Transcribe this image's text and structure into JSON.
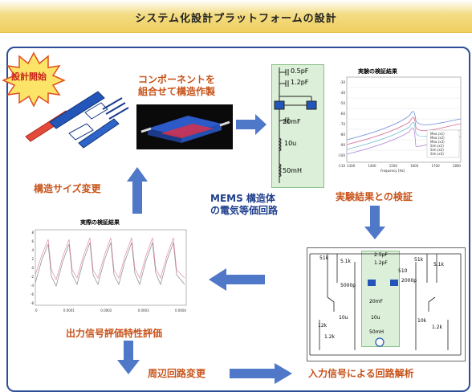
{
  "title": "システム化設計プラットフォームの設計",
  "labels": {
    "design_start": "設計開始",
    "compose_structure": "コンポーネントを\n組合せて構造作製",
    "mems_equiv": "MEMS 構造体\nの電気等価回路",
    "verify_results": "実験結果との検証",
    "structure_size_change": "構造サイズ変更",
    "output_eval": "出力信号評価特性評価",
    "peripheral_change": "周辺回路変更",
    "input_analysis": "入力信号による回路解析"
  },
  "charts": {
    "top_right": {
      "title": "実験の検証結果",
      "xlabel": "Frequency [Hz]",
      "x_ticks": [
        "1300",
        "1400",
        "1500",
        "1600",
        "1700",
        "1800"
      ],
      "y_ticks": [
        "-30",
        "-40",
        "-50",
        "-60",
        "-70",
        "-80",
        "-90",
        "-100",
        "-110"
      ],
      "legend": [
        "Mea.(x1)",
        "Mea.(x2)",
        "Mea.(x3)",
        "Sim.(x1)",
        "Sim.(x2)",
        "Sim.(x3)"
      ]
    },
    "left": {
      "title": "実際の検証結果",
      "x_ticks": [
        "0",
        "0.0001",
        "0.0002",
        "0.0003",
        "0.0004"
      ],
      "y_ticks": [
        "8",
        "6",
        "4",
        "2",
        "0",
        "-2",
        "-4",
        "-6",
        "-8"
      ]
    }
  },
  "circuit_top": {
    "components": [
      "0.5pF",
      "1.2pF",
      "20mF",
      "10u",
      "50mH"
    ]
  },
  "circuit_bottom": {
    "components": [
      "51k",
      "5.1k",
      "2.5pF",
      "1.2pF",
      "5000p",
      "510",
      "20mF",
      "51k",
      "5.1k",
      "2000p",
      "10u",
      "10u",
      "12k",
      "1.2k",
      "50mH",
      "10k",
      "1.2k"
    ]
  },
  "colors": {
    "border": "#2e4f98",
    "arrow": "#4f78c8",
    "label_orange": "#c8531a"
  }
}
